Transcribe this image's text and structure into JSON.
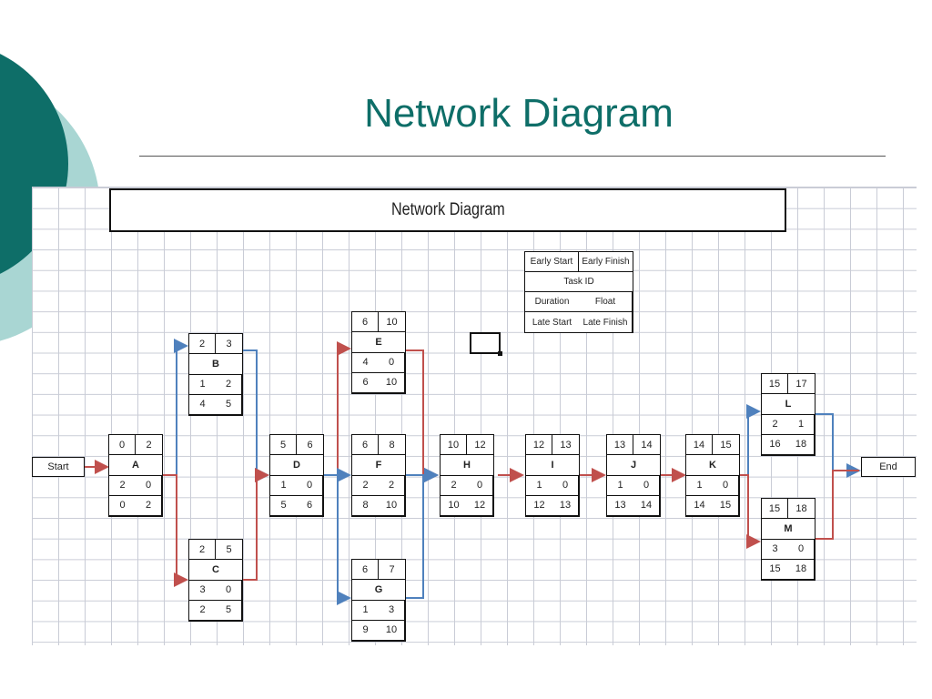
{
  "slide": {
    "title": "Network Diagram"
  },
  "banner": {
    "title": "Network Diagram"
  },
  "legend": {
    "early_start": "Early Start",
    "early_finish": "Early Finish",
    "task_id": "Task ID",
    "duration": "Duration",
    "float": "Float",
    "late_start": "Late Start",
    "late_finish": "Late Finish"
  },
  "terminals": {
    "start": "Start",
    "end": "End"
  },
  "nodes": {
    "A": {
      "es": "0",
      "ef": "2",
      "id": "A",
      "dur": "2",
      "float": "0",
      "ls": "0",
      "lf": "2"
    },
    "B": {
      "es": "2",
      "ef": "3",
      "id": "B",
      "dur": "1",
      "float": "2",
      "ls": "4",
      "lf": "5"
    },
    "C": {
      "es": "2",
      "ef": "5",
      "id": "C",
      "dur": "3",
      "float": "0",
      "ls": "2",
      "lf": "5"
    },
    "D": {
      "es": "5",
      "ef": "6",
      "id": "D",
      "dur": "1",
      "float": "0",
      "ls": "5",
      "lf": "6"
    },
    "E": {
      "es": "6",
      "ef": "10",
      "id": "E",
      "dur": "4",
      "float": "0",
      "ls": "6",
      "lf": "10"
    },
    "F": {
      "es": "6",
      "ef": "8",
      "id": "F",
      "dur": "2",
      "float": "2",
      "ls": "8",
      "lf": "10"
    },
    "G": {
      "es": "6",
      "ef": "7",
      "id": "G",
      "dur": "1",
      "float": "3",
      "ls": "9",
      "lf": "10"
    },
    "H": {
      "es": "10",
      "ef": "12",
      "id": "H",
      "dur": "2",
      "float": "0",
      "ls": "10",
      "lf": "12"
    },
    "I": {
      "es": "12",
      "ef": "13",
      "id": "I",
      "dur": "1",
      "float": "0",
      "ls": "12",
      "lf": "13"
    },
    "J": {
      "es": "13",
      "ef": "14",
      "id": "J",
      "dur": "1",
      "float": "0",
      "ls": "13",
      "lf": "14"
    },
    "K": {
      "es": "14",
      "ef": "15",
      "id": "K",
      "dur": "1",
      "float": "0",
      "ls": "14",
      "lf": "15"
    },
    "L": {
      "es": "15",
      "ef": "17",
      "id": "L",
      "dur": "2",
      "float": "1",
      "ls": "16",
      "lf": "18"
    },
    "M": {
      "es": "15",
      "ef": "18",
      "id": "M",
      "dur": "3",
      "float": "0",
      "ls": "15",
      "lf": "18"
    }
  },
  "colors": {
    "accent": "#0e6e68",
    "accent_light": "#a9d6d3",
    "critical_arrow": "#c0504d",
    "noncritical_arrow": "#4f81bd"
  }
}
